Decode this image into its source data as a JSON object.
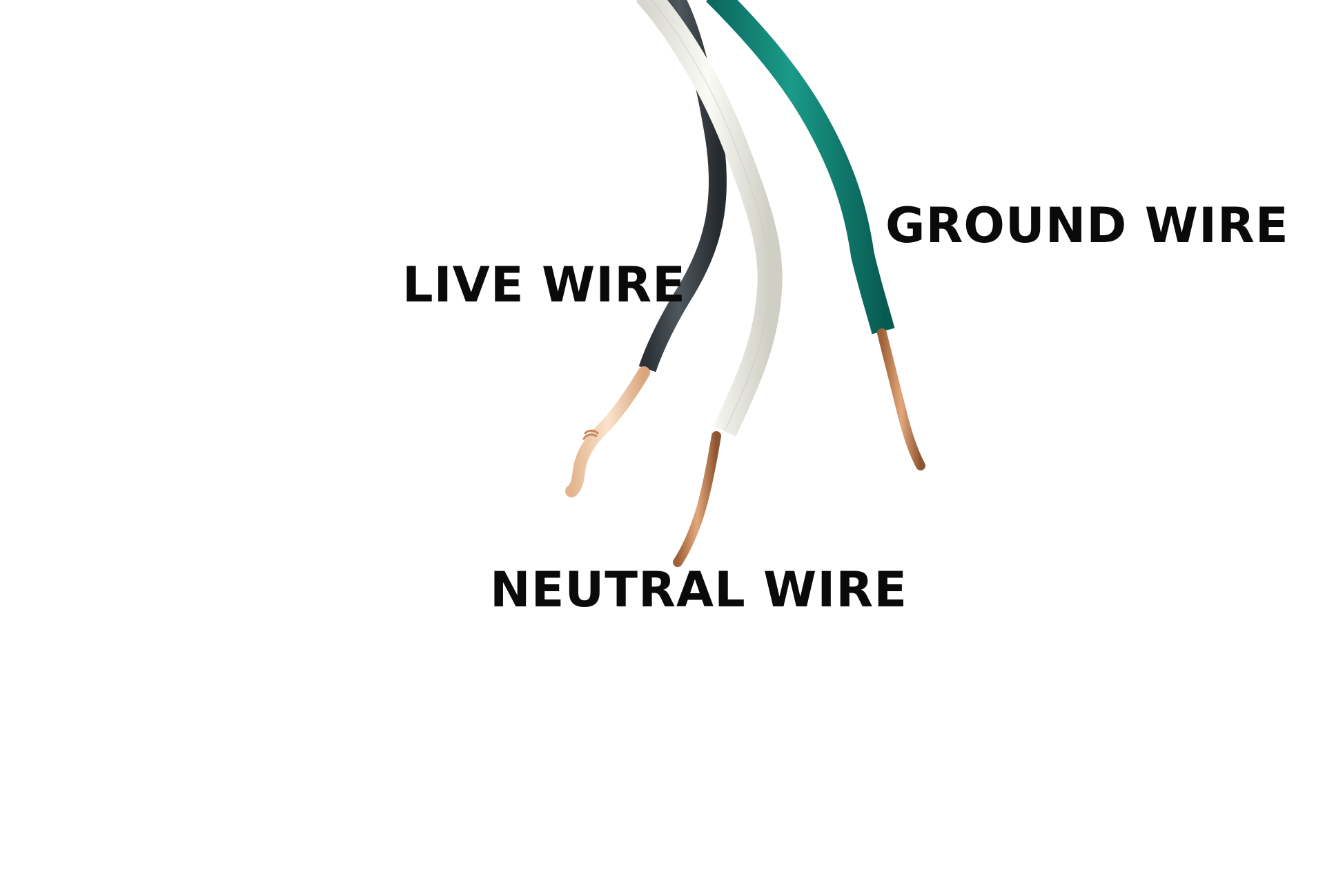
{
  "labels": {
    "live": "LIVE WIRE",
    "ground": "GROUND WIRE",
    "neutral": "NEUTRAL WIRE"
  },
  "colors": {
    "background": "#ffffff",
    "label_text": "#0a0a0a",
    "live_insulation": "#3f474d",
    "neutral_insulation": "#f2f2ec",
    "ground_insulation": "#138577",
    "copper": "#c98a5a"
  }
}
